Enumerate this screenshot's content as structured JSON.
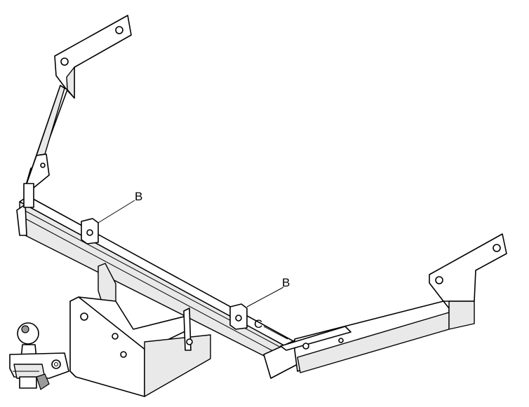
{
  "labels": {
    "callout_b_upper": "B",
    "callout_b_lower": "B",
    "callout_c": "C"
  },
  "colors": {
    "line": "#000000",
    "background": "#ffffff",
    "shade": "#e9e9e9"
  }
}
